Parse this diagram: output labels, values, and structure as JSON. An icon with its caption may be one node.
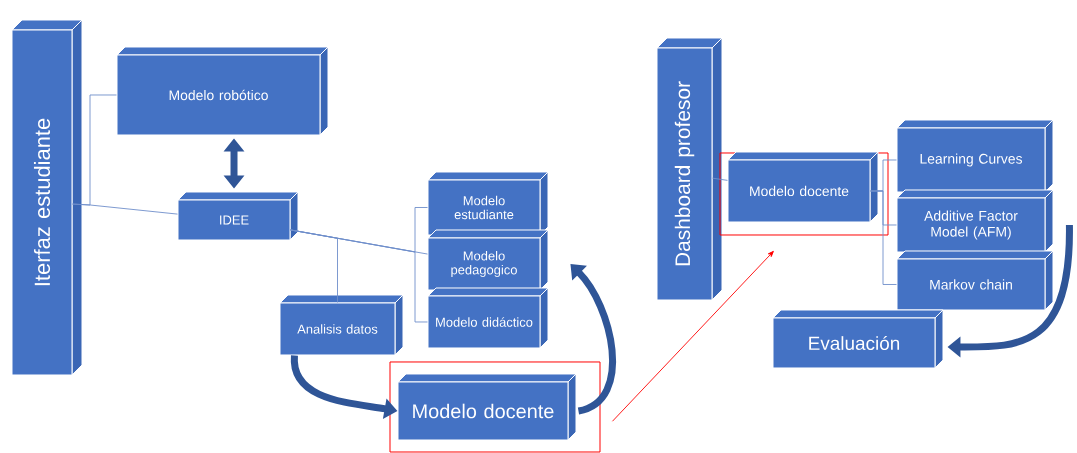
{
  "diagram": {
    "nodes": [
      {
        "text": [
          "Iterfaz estudiante"
        ]
      },
      {
        "text": [
          "Modelo robótico"
        ]
      },
      {
        "text": [
          "IDEE"
        ]
      },
      {
        "text": [
          "Modelo estudiante"
        ]
      },
      {
        "text": [
          "Modelo pedagogico"
        ]
      },
      {
        "text": [
          "Modelo didáctico"
        ]
      },
      {
        "text": [
          "Analisis datos"
        ]
      },
      {
        "text": [],
        "shape": "box"
      },
      {
        "text": [
          "Modelo docente"
        ],
        "in": 7
      },
      {
        "text": [
          "Dashboard profesor"
        ]
      },
      {
        "text": [],
        "shape": "box"
      },
      {
        "text": [
          "Modelo docente"
        ],
        "in": 10
      },
      {
        "text": [
          "Learning Curves"
        ]
      },
      {
        "text": [
          "Additive Factor Model (AFM)"
        ]
      },
      {
        "text": [
          "Markov chain"
        ]
      },
      {
        "text": [
          "Evaluación"
        ]
      }
    ],
    "edges": [
      {
        "from": 0,
        "to": 1,
        "arrow": "none"
      },
      {
        "from": 0,
        "to": 2,
        "arrow": "none"
      },
      {
        "from": 1,
        "to": 2,
        "arrow": "both",
        "style": "thick",
        "color": "#2f5597"
      },
      {
        "from": 2,
        "to": 3,
        "arrow": "none"
      },
      {
        "from": 2,
        "to": 4,
        "arrow": "none"
      },
      {
        "from": 2,
        "to": 5,
        "arrow": "none"
      },
      {
        "from": 2,
        "to": 6,
        "arrow": "none"
      },
      {
        "from": 6,
        "to": 8,
        "arrow": "to",
        "style": "thick",
        "color": "#2f5597"
      },
      {
        "from": 8,
        "to": 4,
        "arrow": "to",
        "style": "thick",
        "color": "#2f5597"
      },
      {
        "from": 7,
        "to": 10,
        "arrow": "to",
        "color": "#ff0000"
      },
      {
        "from": 9,
        "to": 11,
        "arrow": "none"
      },
      {
        "from": 11,
        "to": 12,
        "arrow": "none"
      },
      {
        "from": 11,
        "to": 13,
        "arrow": "none"
      },
      {
        "from": 11,
        "to": 14,
        "arrow": "none"
      },
      {
        "from": 13,
        "to": 15,
        "arrow": "to",
        "style": "thick",
        "color": "#2f5597"
      }
    ]
  }
}
